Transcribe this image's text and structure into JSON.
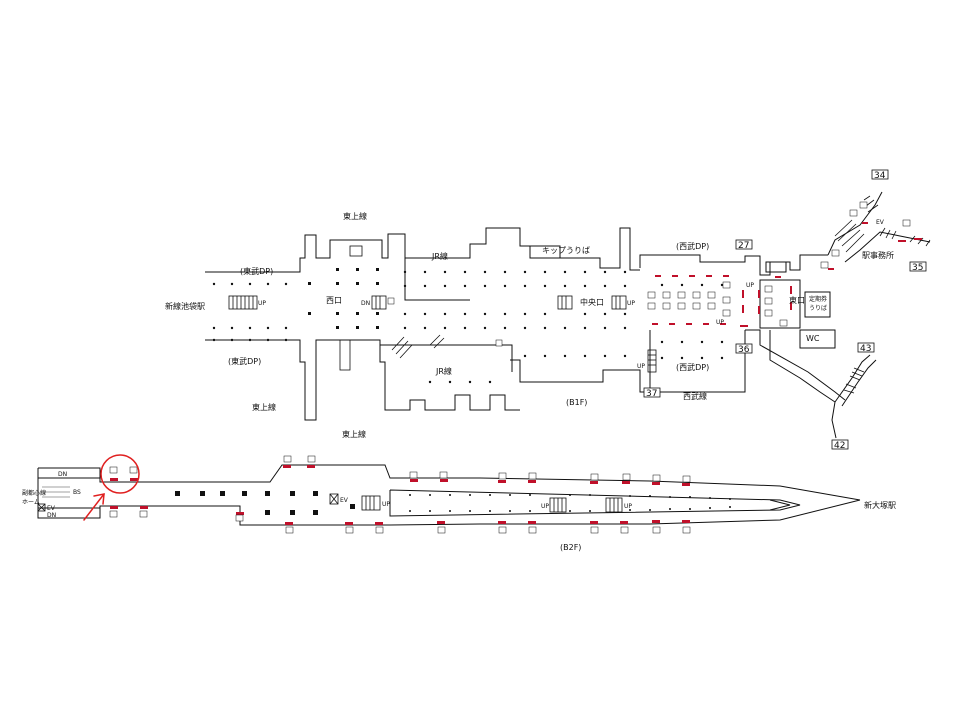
{
  "b1f": {
    "floor_label": "(B1F)",
    "tojo_line": "東上線",
    "jr_line": "JR線",
    "kippu_uriba": "キップうりば",
    "tobu_dp": "(東武DP)",
    "seibu_dp": "(西武DP)",
    "shinsen_ikebukuro": "新線池袋駅",
    "west_exit": "西口",
    "central_exit": "中央口",
    "east_exit": "東口",
    "seibu_line": "西武線",
    "station_office": "駅事務所",
    "teikiken_1": "定期券",
    "teikiken_2": "うりば",
    "wc": "WC",
    "up": "UP",
    "dn": "DN",
    "ev": "EV",
    "exit_numbers": [
      "34",
      "35",
      "27",
      "36",
      "37",
      "43",
      "42"
    ]
  },
  "b2f": {
    "floor_label": "(B2F)",
    "fukutoshin_1": "副都心線",
    "fukutoshin_2": "ホーム",
    "shin_otsuka": "新大塚駅",
    "dn": "DN",
    "ev": "EV",
    "bs": "BS",
    "up": "UP"
  },
  "colors": {
    "highlight": "#e02020",
    "door": "#c0102a",
    "line": "#111111"
  },
  "icons": {
    "marker": "circle-highlight-icon",
    "pointer": "arrow-pointer-icon"
  }
}
